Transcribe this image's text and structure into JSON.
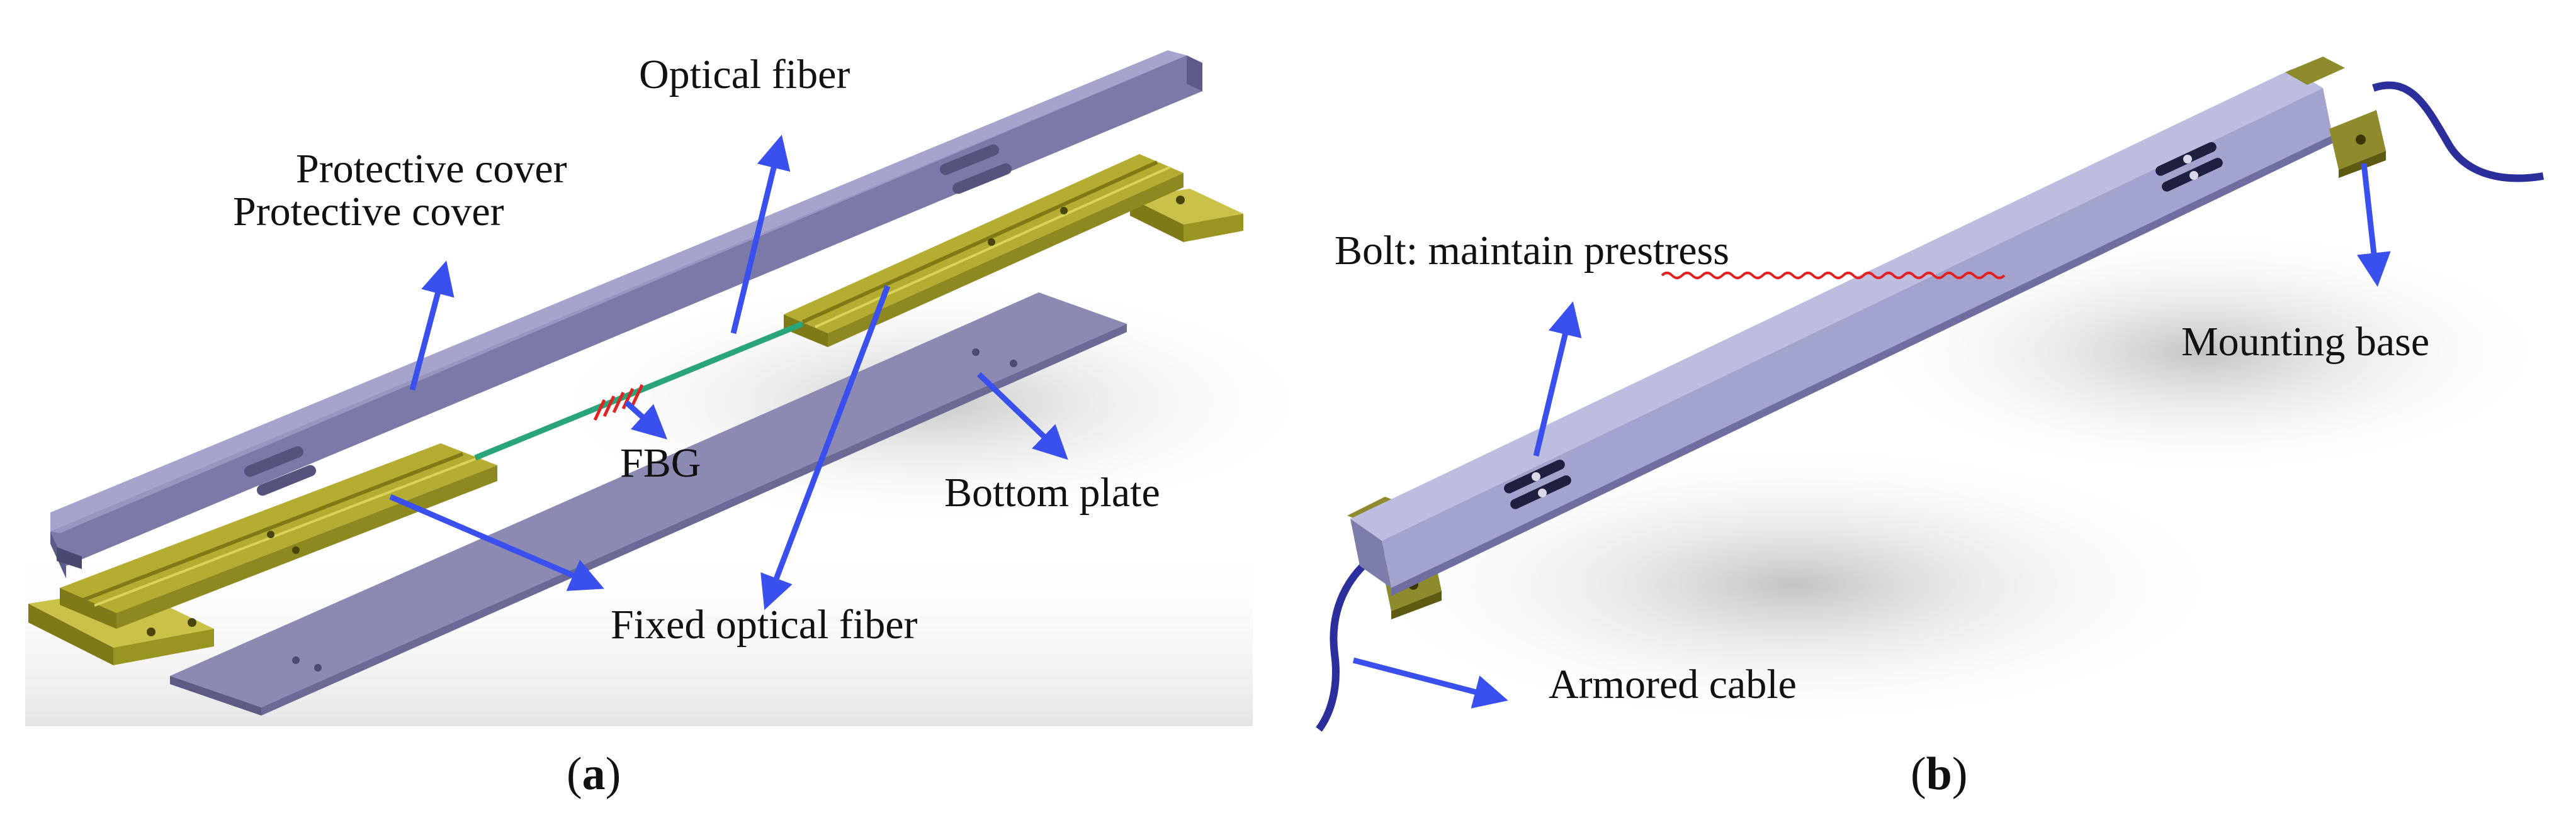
{
  "panel_a": {
    "labels": {
      "optical_fiber": "Optical fiber",
      "protective_cover_1": "Protective cover",
      "protective_cover_2": "Protective cover",
      "fbg": "FBG",
      "bottom_plate": "Bottom plate",
      "fixed_optical_fiber": "Fixed optical fiber"
    },
    "caption": {
      "open": "(",
      "letter": "a",
      "close": ")"
    }
  },
  "panel_b": {
    "labels": {
      "bolt": "Bolt: maintain prestress",
      "mounting_base": "Mounting base",
      "armored_cable": "Armored cable"
    },
    "caption": {
      "open": "(",
      "letter": "b",
      "close": ")"
    }
  },
  "colors": {
    "cover": "#7b79a8",
    "cover_top": "#9896c0",
    "cover_dark": "#5c5a88",
    "yellow": "#aaa32a",
    "yellow_top": "#c9c148",
    "yellow_dark": "#7f7918",
    "plate": "#7d7ba6",
    "fiber": "#2aa579",
    "grating": "#e12323",
    "arrow": "#3a50ee",
    "cable": "#2b2f9c",
    "sensor_body": "#a3a3d0",
    "base": "#8f8a2c"
  }
}
